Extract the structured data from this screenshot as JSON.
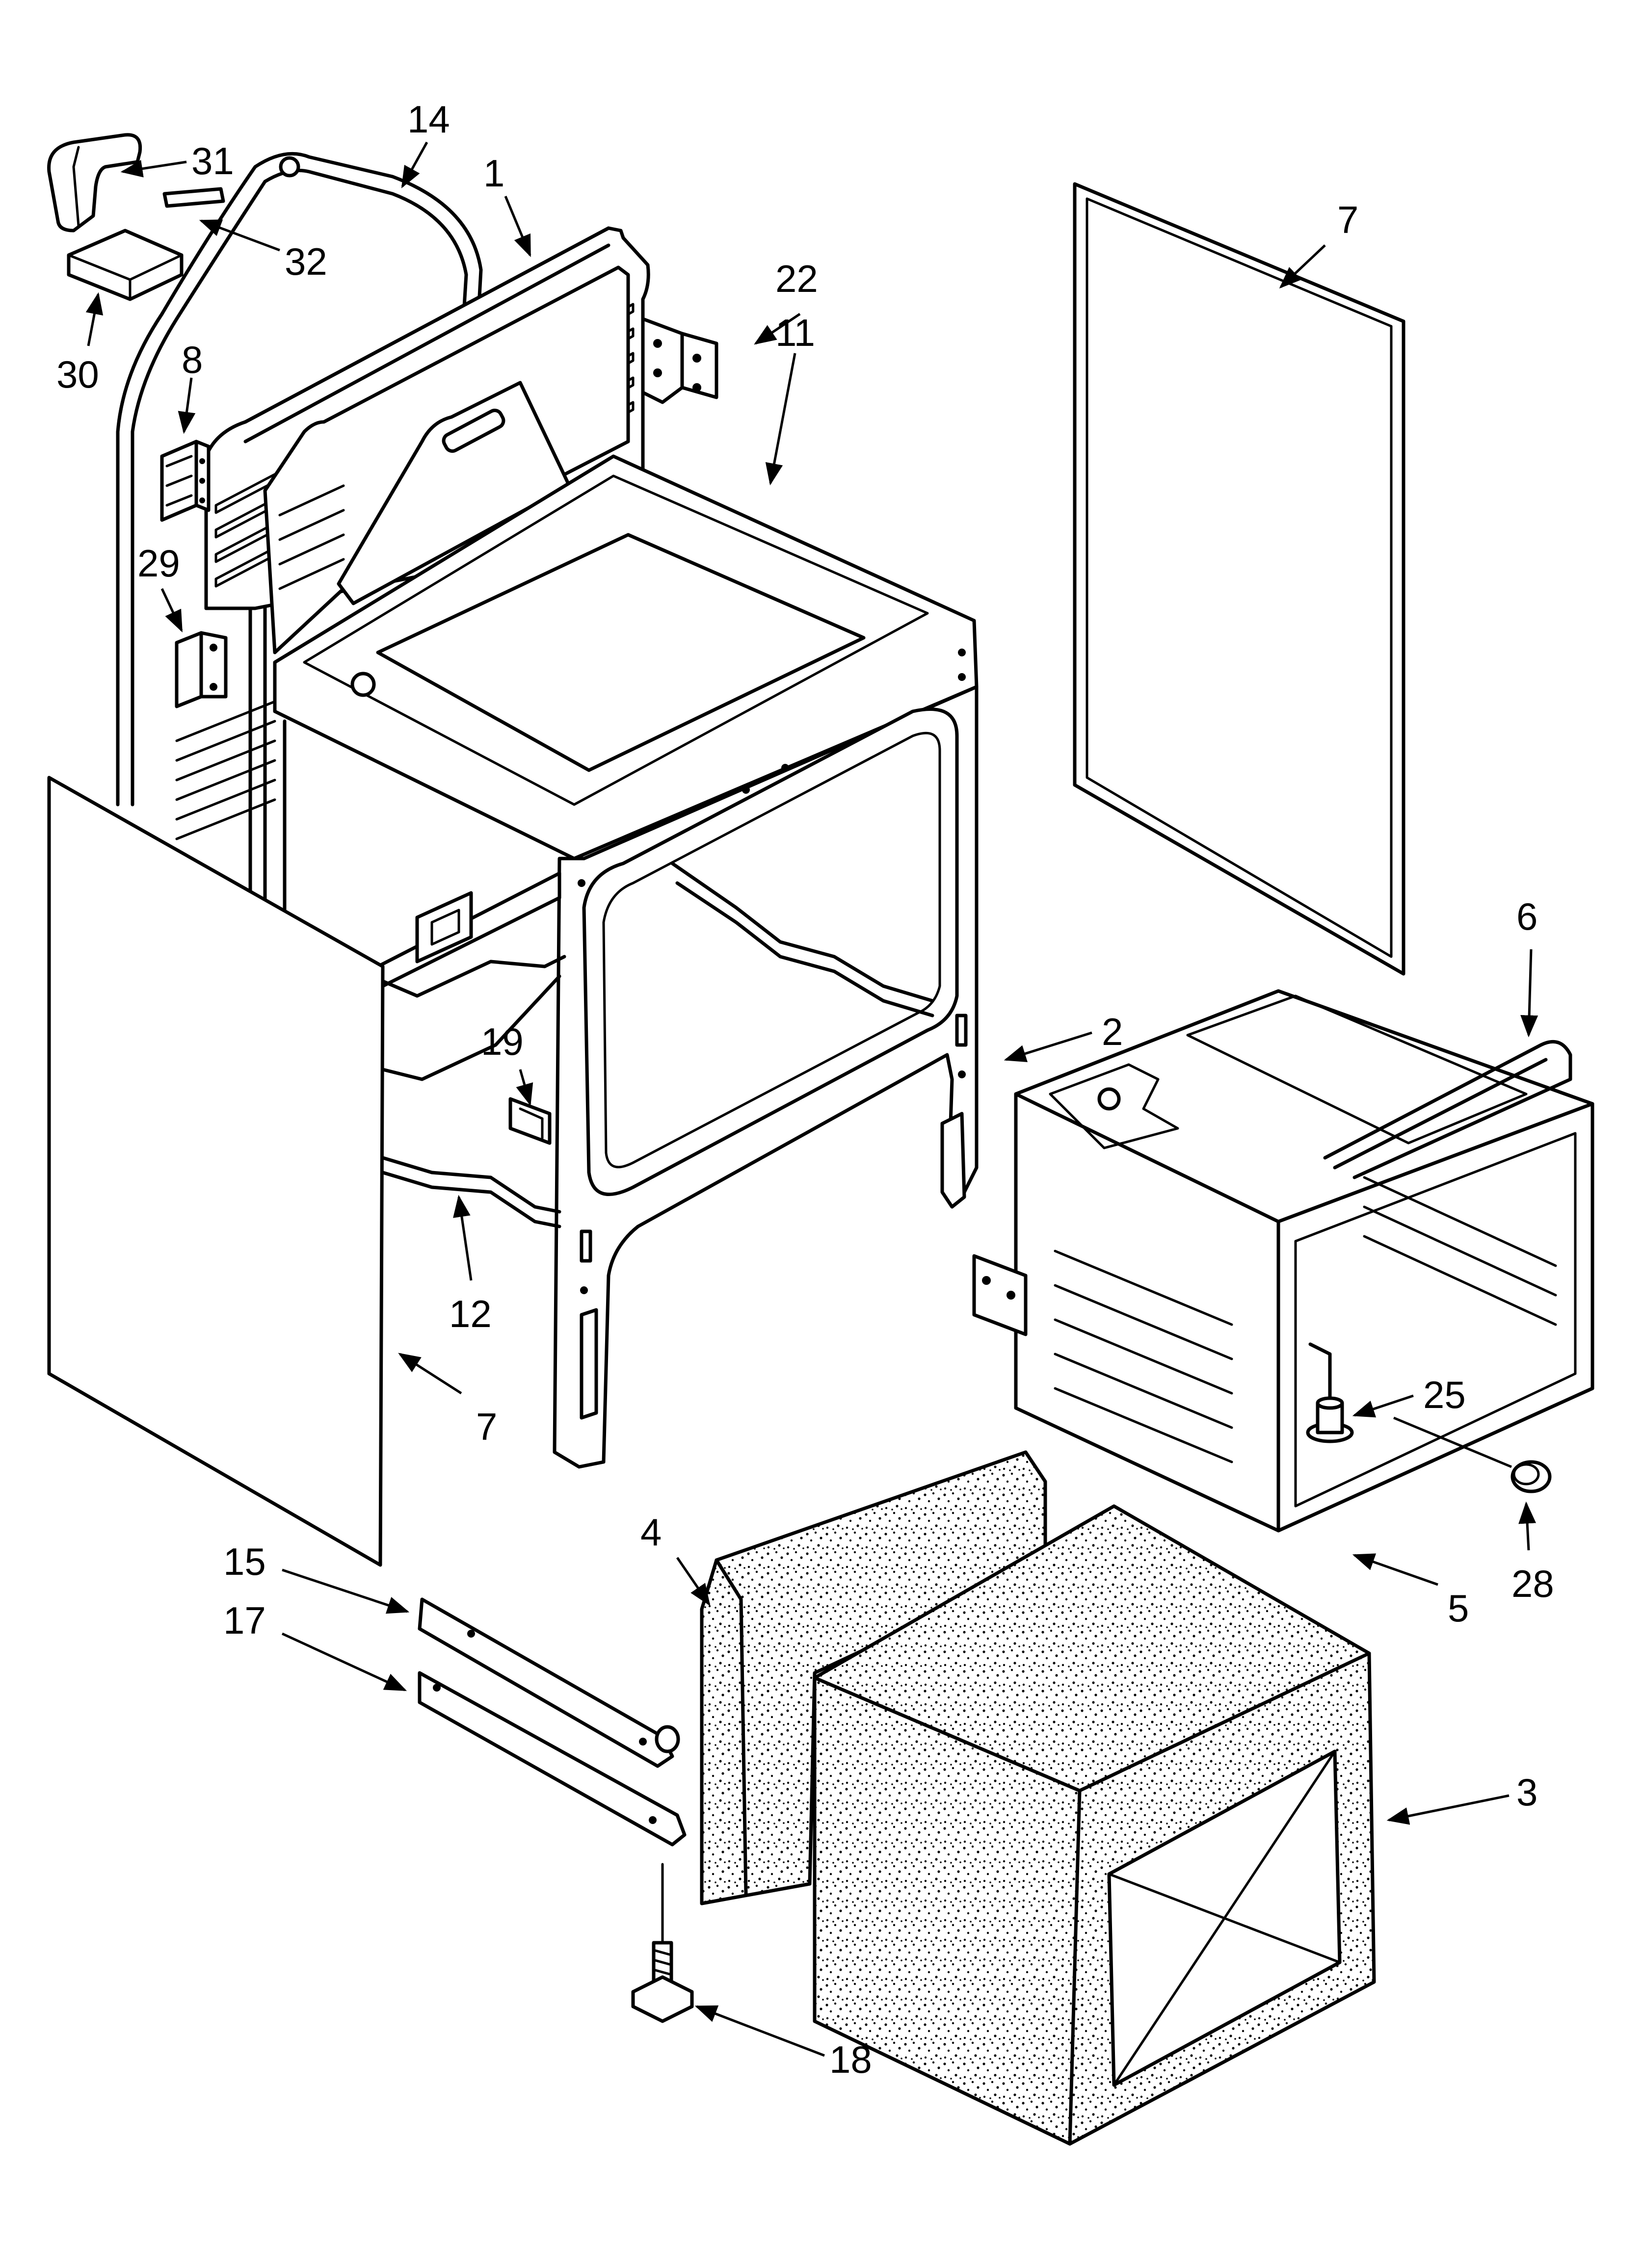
{
  "callouts": [
    {
      "id": "p1",
      "label": "1"
    },
    {
      "id": "p2",
      "label": "2"
    },
    {
      "id": "p3",
      "label": "3"
    },
    {
      "id": "p4",
      "label": "4"
    },
    {
      "id": "p5",
      "label": "5"
    },
    {
      "id": "p6",
      "label": "6"
    },
    {
      "id": "p7a",
      "label": "7"
    },
    {
      "id": "p7b",
      "label": "7"
    },
    {
      "id": "p8",
      "label": "8"
    },
    {
      "id": "p11",
      "label": "11"
    },
    {
      "id": "p12",
      "label": "12"
    },
    {
      "id": "p14",
      "label": "14"
    },
    {
      "id": "p15",
      "label": "15"
    },
    {
      "id": "p17",
      "label": "17"
    },
    {
      "id": "p18",
      "label": "18"
    },
    {
      "id": "p19",
      "label": "19"
    },
    {
      "id": "p22",
      "label": "22"
    },
    {
      "id": "p25",
      "label": "25"
    },
    {
      "id": "p28",
      "label": "28"
    },
    {
      "id": "p29",
      "label": "29"
    },
    {
      "id": "p30",
      "label": "30"
    },
    {
      "id": "p31",
      "label": "31"
    },
    {
      "id": "p32",
      "label": "32"
    }
  ]
}
